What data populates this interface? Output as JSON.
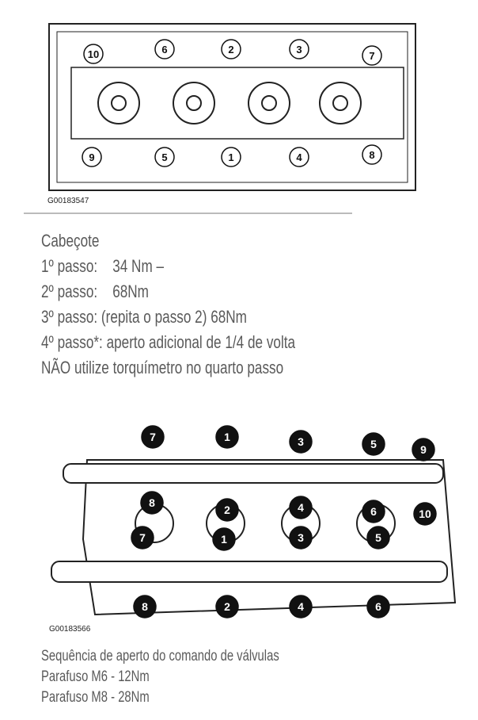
{
  "figure1": {
    "id": "G00183547",
    "bolts_top": [
      "10",
      "6",
      "2",
      "3",
      "7"
    ],
    "bolts_bottom": [
      "9",
      "5",
      "1",
      "4",
      "8"
    ]
  },
  "cylinder_head_text": {
    "title": "Cabeçote",
    "steps": [
      "1º passo:    34 Nm –",
      "2º passo:    68Nm",
      "3º passo: (repita o passo 2) 68Nm",
      "4º passo*: aperto adicional de 1/4 de volta",
      "NÃO utilize torquímetro no quarto passo"
    ]
  },
  "figure2": {
    "id": "G00183566",
    "row1": [
      "7",
      "1",
      "3",
      "5",
      "9"
    ],
    "row2": [
      "8",
      "2",
      "4",
      "6",
      "10"
    ],
    "row3": [
      "7",
      "1",
      "3",
      "5"
    ],
    "row4": [
      "8",
      "2",
      "4",
      "6"
    ]
  },
  "camshaft_text": {
    "title": "Sequência de aperto do comando de válvulas",
    "lines": [
      "Parafuso M6 - 12Nm",
      "Parafuso M8 - 28Nm"
    ]
  }
}
